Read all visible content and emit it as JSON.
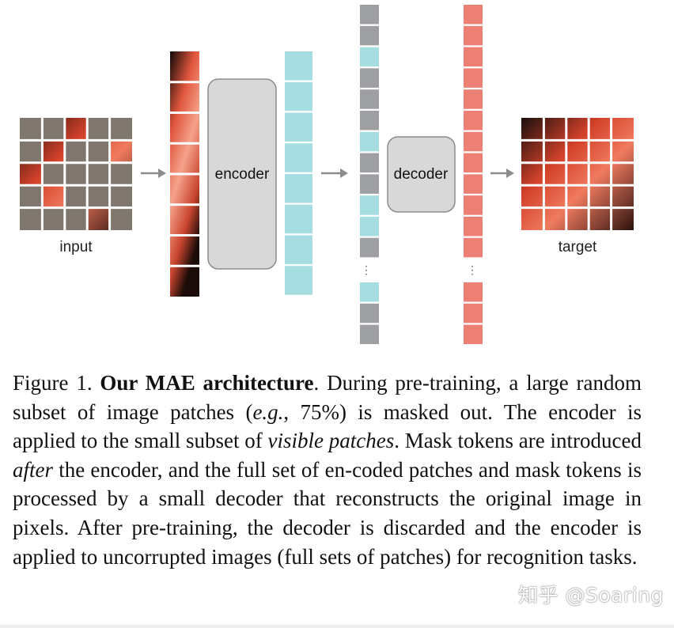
{
  "figure": {
    "labels": {
      "input": "input",
      "encoder": "encoder",
      "decoder": "decoder",
      "target": "target",
      "ellipsis": "⋮"
    },
    "colors": {
      "mask_gray": "#7f776d",
      "token_cyan": "#a6dde0",
      "token_gray": "#9e9fa2",
      "token_red": "#ec8075",
      "block_fill": "#d8d8d8",
      "block_stroke": "#8c8c8c",
      "arrow": "#8c8c8c"
    },
    "input_grid_masked": [
      [
        true,
        true,
        false,
        true,
        true
      ],
      [
        true,
        false,
        true,
        true,
        false
      ],
      [
        false,
        true,
        true,
        true,
        true
      ],
      [
        true,
        false,
        true,
        true,
        true
      ],
      [
        true,
        true,
        true,
        false,
        true
      ]
    ],
    "mask_tokens_column_top": [
      "gray",
      "gray",
      "cyan",
      "gray",
      "gray",
      "gray",
      "cyan",
      "gray",
      "gray",
      "cyan",
      "cyan",
      "gray"
    ],
    "mask_tokens_column_bottom": [
      "cyan",
      "gray",
      "gray"
    ]
  },
  "caption": {
    "fig_label": "Figure 1.",
    "title": "Our MAE architecture",
    "t1": ". During pre-training, a large random subset of image patches (",
    "eg": "e.g.",
    "t2": ", 75%) is masked out. The encoder is applied to the small subset of ",
    "visible": "visible patches",
    "t3": ". Mask tokens are introduced ",
    "after": "after",
    "t4": " the encoder, and the full set of en-coded patches and mask tokens is processed by a small decoder that reconstructs the original image in pixels. After pre-training, the decoder is discarded and the encoder is applied to uncorrupted images (full sets of patches) for recognition tasks."
  },
  "watermark": "知乎 @Soaring"
}
